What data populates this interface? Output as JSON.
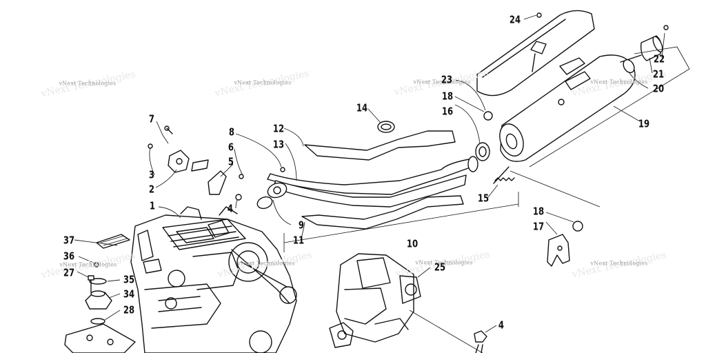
{
  "labels": [
    "1",
    "2",
    "3",
    "4",
    "4",
    "5",
    "6",
    "7",
    "8",
    "9",
    "10",
    "11",
    "12",
    "13",
    "14",
    "15",
    "16",
    "17",
    "18",
    "18",
    "19",
    "20",
    "21",
    "22",
    "23",
    "24",
    "25",
    "27",
    "28",
    "34",
    "35",
    "36",
    "37"
  ],
  "watermark": "vNext Technologies"
}
